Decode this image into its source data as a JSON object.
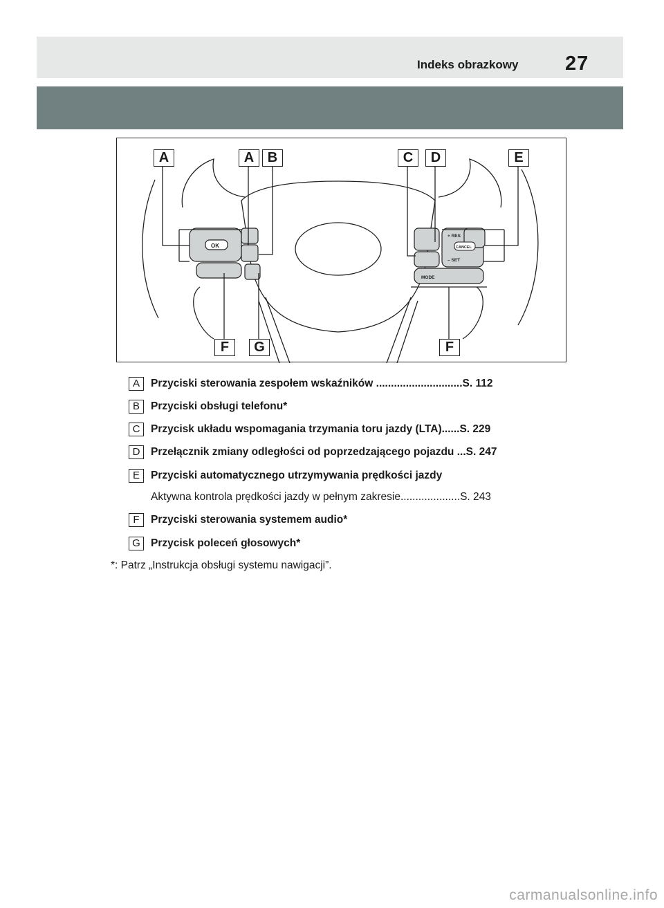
{
  "header": {
    "title": "Indeks obrazkowy",
    "page_number": "27"
  },
  "figure": {
    "callouts": [
      "A",
      "A",
      "B",
      "C",
      "D",
      "E",
      "F",
      "G",
      "F"
    ],
    "buttons": {
      "ok": "OK",
      "res": "+ RES",
      "set": "– SET",
      "cancel": "CANCEL",
      "mode": "MODE"
    }
  },
  "legend": [
    {
      "badge": "A",
      "text": "Przyciski sterowania zespołem wskaźników .............................S. 112"
    },
    {
      "badge": "B",
      "text": "Przyciski obsługi telefonu*"
    },
    {
      "badge": "C",
      "text": "Przycisk układu wspomagania trzymania toru jazdy (LTA)......S. 229"
    },
    {
      "badge": "D",
      "text": "Przełącznik zmiany odległości od poprzedzającego pojazdu ...S. 247"
    },
    {
      "badge": "E",
      "text": "Przyciski automatycznego utrzymywania prędkości jazdy"
    },
    {
      "badge": "F",
      "text": "Przyciski sterowania systemem audio*"
    },
    {
      "badge": "G",
      "text": "Przycisk poleceń głosowych*"
    }
  ],
  "sub_item": "Aktywna kontrola prędkości jazdy w pełnym zakresie....................S. 243",
  "footnote": "*: Patrz „Instrukcja obsługi systemu nawigacji”.",
  "watermark": "carmanualsonline.info"
}
